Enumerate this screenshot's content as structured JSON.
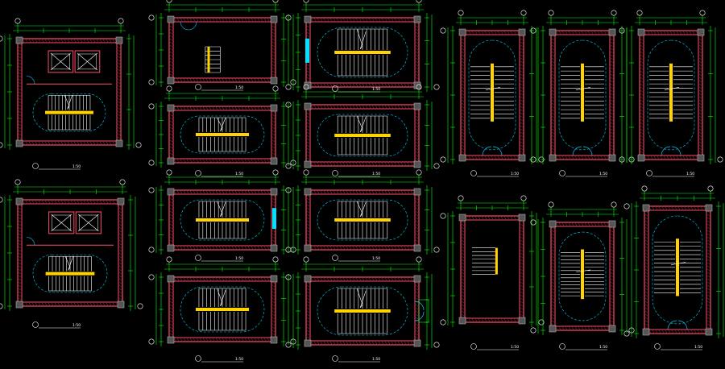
{
  "colors": {
    "background": "#000000",
    "dimension": "#00ff00",
    "wall": "#ff4d6a",
    "wall_hatch": "#c03a52",
    "column": "#b0b0b0",
    "stair": "#ffffff",
    "stair_rail": "#ffd400",
    "axis": "#ffffff",
    "swing": "#00d0ff",
    "window": "#00e0ff",
    "caption": "#ffffff"
  },
  "drawing": {
    "panels": [
      {
        "id": "p01",
        "caption": "1:50"
      },
      {
        "id": "p02",
        "caption": "1:50"
      },
      {
        "id": "p03",
        "caption": "1:50"
      },
      {
        "id": "p04",
        "caption": "1:50"
      },
      {
        "id": "p05",
        "caption": "1:50"
      },
      {
        "id": "p06",
        "caption": "1:50"
      },
      {
        "id": "p07",
        "caption": "1:50"
      },
      {
        "id": "p08",
        "caption": "1:50"
      },
      {
        "id": "p09",
        "caption": "1:50"
      },
      {
        "id": "p10",
        "caption": "1:50"
      },
      {
        "id": "p11",
        "caption": "1:50"
      },
      {
        "id": "p12",
        "caption": "1:50"
      },
      {
        "id": "p13",
        "caption": "1:50"
      },
      {
        "id": "p14",
        "caption": "1:50"
      },
      {
        "id": "p15",
        "caption": "1:50"
      },
      {
        "id": "p16",
        "caption": "1:50"
      },
      {
        "id": "p17",
        "caption": "1:50"
      },
      {
        "id": "p18",
        "caption": "1:50"
      }
    ]
  }
}
